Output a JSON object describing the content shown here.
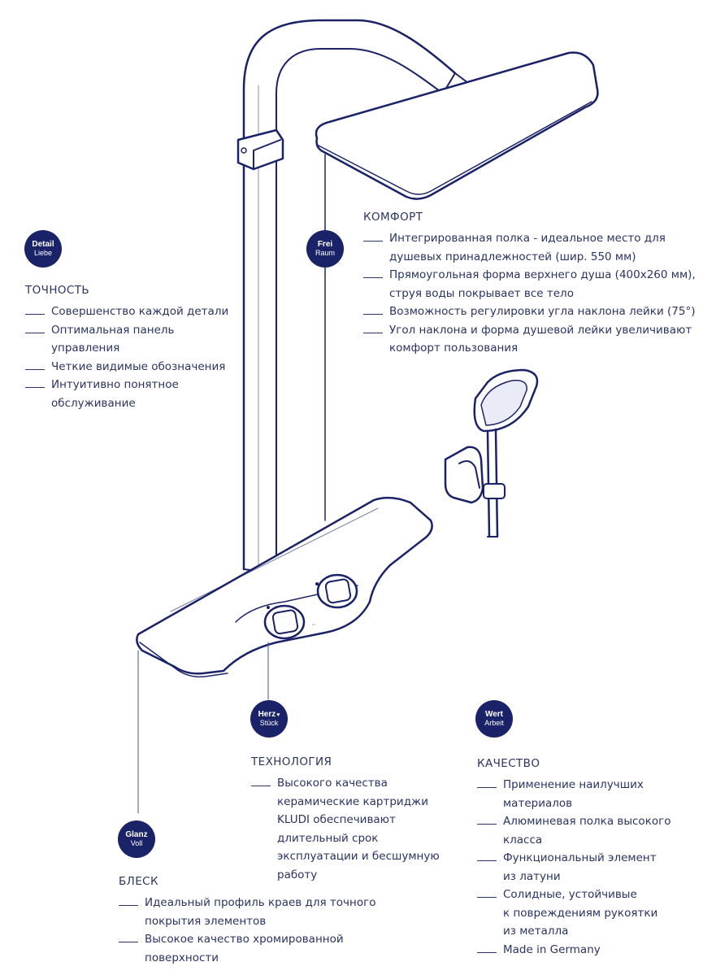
{
  "badges": {
    "detail": {
      "line1": "Detail",
      "line2": "Liebe"
    },
    "frei": {
      "line1": "Frei",
      "line2": "Raum"
    },
    "herz": {
      "line1": "Herz",
      "line2": "Stück"
    },
    "wert": {
      "line1": "Wert",
      "line2": "Arbeit"
    },
    "glanz": {
      "line1": "Glanz",
      "line2": "Voll"
    }
  },
  "sections": {
    "komfort": {
      "heading": "КОМФОРТ",
      "items": [
        [
          "Интегрированная полка - идеальное место для",
          "душевых принадлежностей (шир. 550 мм)"
        ],
        [
          "Прямоугольная форма верхнего душа (400х260 мм),",
          "струя воды покрывает все тело"
        ],
        [
          "Возможность регулировки угла наклона лейки (75°)"
        ],
        [
          "Угол наклона и форма душевой лейки увеличивают",
          "комфорт пользования"
        ]
      ]
    },
    "tochnost": {
      "heading": "ТОЧНОСТЬ",
      "items": [
        [
          "Совершенство каждой детали"
        ],
        [
          "Оптимальная панель",
          "управления"
        ],
        [
          "Четкие видимые обозначения"
        ],
        [
          "Интуитивно понятное",
          "обслуживание"
        ]
      ]
    },
    "tehnologia": {
      "heading": "ТЕХНОЛОГИЯ",
      "items": [
        [
          "Высокого качества",
          "керамические картриджи",
          "KLUDI обеспечивают",
          "длительный срок",
          "эксплуатации и бесшумную",
          "работу"
        ]
      ]
    },
    "kachestvo": {
      "heading": "КАЧЕСТВО",
      "items": [
        [
          "Применение наилучших",
          "материалов"
        ],
        [
          "Алюминевая полка высокого",
          "класса"
        ],
        [
          "Функциональный элемент",
          "из латуни"
        ],
        [
          "Солидные, устойчивые",
          "к повреждениям рукоятки",
          "из металла"
        ],
        [
          "Made in Germany"
        ]
      ]
    },
    "blesk": {
      "heading": "БЛЕСК",
      "items": [
        [
          "Идеальный профиль краев для точного",
          "покрытия элементов"
        ],
        [
          "Высокое качество хромированной",
          "поверхности"
        ]
      ]
    }
  },
  "colors": {
    "navy": "#1b2368",
    "text": "#2a3463"
  }
}
